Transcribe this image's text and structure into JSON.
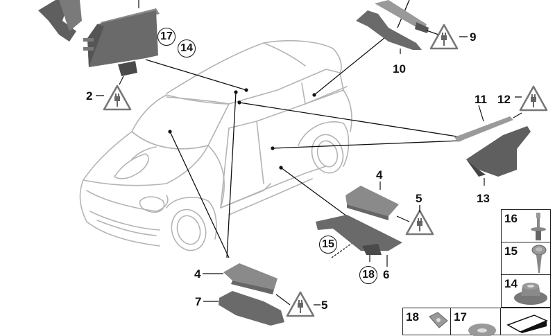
{
  "diagram": {
    "title": "",
    "type": "exploded parts diagram",
    "subject": "Vehicle outline (compact SUV) with electronic control unit, antenna modules, brackets and fasteners",
    "colors": {
      "car_outline": "#b4b4b4",
      "leader_lines": "#111111",
      "part_fill": "#6e6e6e",
      "part_fill_light": "#9a9a9a",
      "label_text": "#111111",
      "background": "#ffffff"
    },
    "callouts": [
      {
        "id": "2",
        "label": "2",
        "style": "plain",
        "has_connector_warning_icon": true
      },
      {
        "id": "4a",
        "label": "4",
        "style": "plain"
      },
      {
        "id": "4b",
        "label": "4",
        "style": "plain"
      },
      {
        "id": "5a",
        "label": "5",
        "style": "plain",
        "has_connector_warning_icon": true
      },
      {
        "id": "5b",
        "label": "5",
        "style": "plain",
        "has_connector_warning_icon": true
      },
      {
        "id": "6",
        "label": "6",
        "style": "plain"
      },
      {
        "id": "7",
        "label": "7",
        "style": "plain"
      },
      {
        "id": "9",
        "label": "9",
        "style": "plain",
        "has_connector_warning_icon": true
      },
      {
        "id": "10",
        "label": "10",
        "style": "plain"
      },
      {
        "id": "11",
        "label": "11",
        "style": "plain"
      },
      {
        "id": "12",
        "label": "12",
        "style": "plain",
        "has_connector_warning_icon": true
      },
      {
        "id": "13",
        "label": "13",
        "style": "plain"
      },
      {
        "id": "14c",
        "label": "14",
        "style": "circled"
      },
      {
        "id": "15c",
        "label": "15",
        "style": "circled"
      },
      {
        "id": "17c",
        "label": "17",
        "style": "circled"
      },
      {
        "id": "18c",
        "label": "18",
        "style": "circled"
      }
    ],
    "fastener_table": [
      {
        "label": "16",
        "part": "screw-with-washer"
      },
      {
        "label": "15",
        "part": "self-tapping-screw"
      },
      {
        "label": "14",
        "part": "flange-nut"
      },
      {
        "label": "18",
        "part": "clip-nut"
      },
      {
        "label": "17",
        "part": "toothed-washer"
      },
      {
        "label": "",
        "part": "spacer-pad"
      }
    ]
  }
}
